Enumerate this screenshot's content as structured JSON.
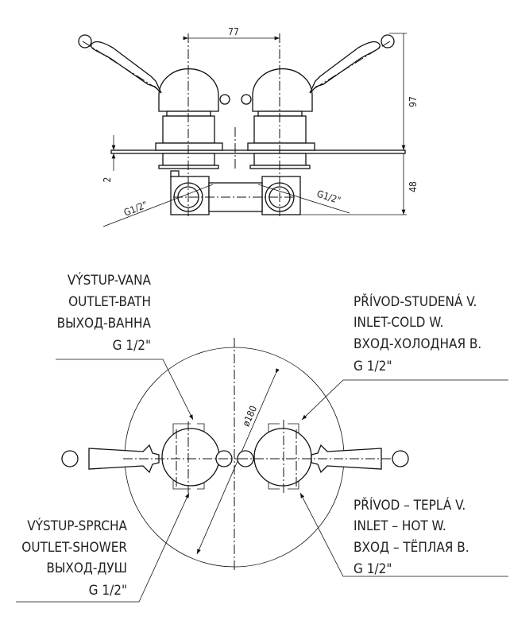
{
  "side_view": {
    "dim_spacing": "77",
    "dim_height_top": "97",
    "dim_height_bottom": "48",
    "dim_plate": "2",
    "thread_left": "G1/2\"",
    "thread_right": "G1/2\""
  },
  "front_view": {
    "diameter": "ø180",
    "outlet_bath": [
      "VÝSTUP-VANA",
      "OUTLET-BATH",
      "ВЫХОД-ВАННА",
      "G 1/2\""
    ],
    "inlet_cold": [
      "PŘÍVOD-STUDENÁ V.",
      "INLET-COLD W.",
      "ВХОД-ХОЛОДНАЯ В.",
      "G 1/2\""
    ],
    "outlet_shower": [
      "VÝSTUP-SPRCHA",
      "OUTLET-SHOWER",
      "ВЫХОД-ДУШ",
      "G 1/2\""
    ],
    "inlet_hot": [
      "PŘÍVOD – TEPLÁ V.",
      "INLET – HOT W.",
      "ВХОД – ТЁПЛАЯ В.",
      "G 1/2\""
    ]
  }
}
